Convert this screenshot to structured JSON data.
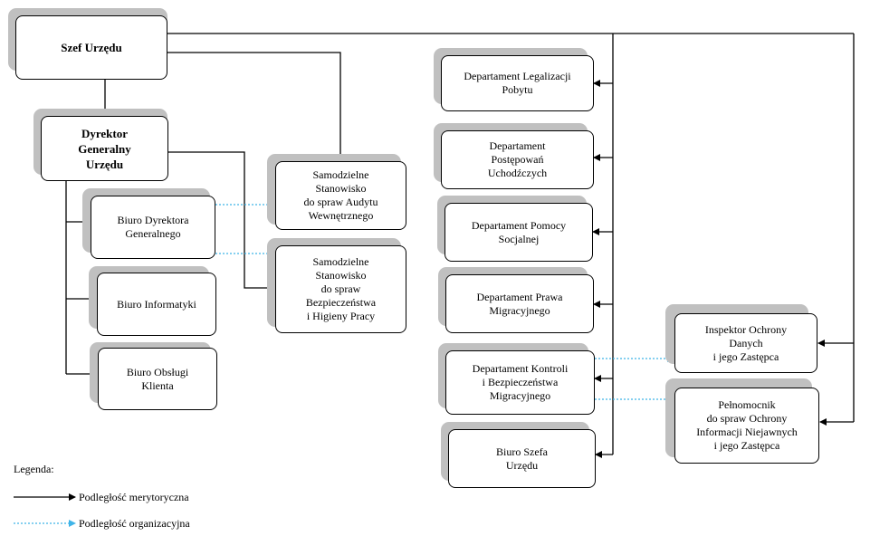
{
  "nodes": {
    "szef": "Szef Urzędu",
    "dyrektor": "Dyrektor\nGeneralny\nUrzędu",
    "biuro_dyrektora": "Biuro Dyrektora\nGeneralnego",
    "biuro_informatyki": "Biuro Informatyki",
    "biuro_obslugi": "Biuro Obsługi\nKlienta",
    "audyt": "Samodzielne\nStanowisko\ndo spraw Audytu\nWewnętrznego",
    "bhp": "Samodzielne\nStanowisko\ndo spraw\nBezpieczeństwa\ni Higieny Pracy",
    "dep_legalizacji": "Departament Legalizacji\nPobytu",
    "dep_uchodzcow": "Departament\nPostępowań\nUchodźczych",
    "dep_pomocy": "Departament Pomocy\nSocjalnej",
    "dep_prawa": "Departament Prawa\nMigracyjnego",
    "dep_kontroli": "Departament Kontroli\ni Bezpieczeństwa\nMigracyjnego",
    "biuro_szefa": "Biuro Szefa\nUrzędu",
    "inspektor": "Inspektor Ochrony\nDanych\ni jego Zastępca",
    "pelnomocnik": "Pełnomocnik\ndo spraw Ochrony\nInformacji Niejawnych\ni jego Zastępca"
  },
  "legend": {
    "title": "Legenda:",
    "substantive": "Podległość merytoryczna",
    "organizational": "Podległość organizacyjna"
  },
  "colors": {
    "substantive_line": "#000000",
    "organizational_line": "#3fb4e8",
    "shadow": "#c0c0c0"
  }
}
